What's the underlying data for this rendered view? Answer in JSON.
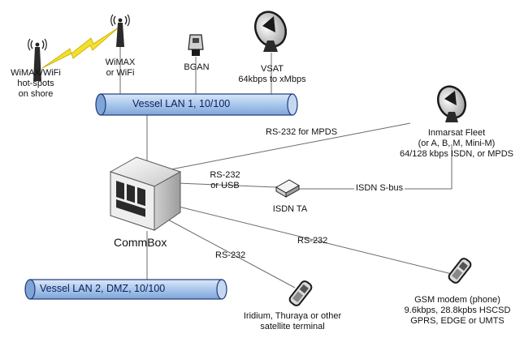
{
  "lans": {
    "lan1": "Vessel LAN 1, 10/100",
    "lan2": "Vessel LAN 2, DMZ, 10/100"
  },
  "devices": {
    "shore_wifi": [
      "WiMAX/WiFi",
      "hot-spots",
      "on shore"
    ],
    "wimax": [
      "WiMAX",
      "or WiFi"
    ],
    "bgan": [
      "BGAN"
    ],
    "vsat": [
      "VSAT",
      "64kbps to xMbps"
    ],
    "inmarsat": [
      "Inmarsat Fleet",
      "(or A, B, M, Mini-M)",
      "64/128 kbps ISDN, or MPDS"
    ],
    "commbox": "CommBox",
    "isdn_ta": "ISDN TA",
    "gsm": [
      "GSM modem (phone)",
      "9.6kbps, 28.8kpbs HSCSD",
      "GPRS, EDGE or UMTS"
    ],
    "iridium": [
      "Iridium, Thuraya or other",
      "satellite terminal"
    ]
  },
  "links": {
    "rs232_mpds": "RS-232 for MPDS",
    "rs232_usb": [
      "RS-232",
      "or USB"
    ],
    "isdn_sbus": "ISDN S-bus",
    "rs232_gsm": "RS-232",
    "rs232_iridium": "RS-232"
  },
  "icons": {
    "antenna": "antenna-icon",
    "lightning": "lightning-icon",
    "bgan": "bgan-terminal-icon",
    "dish": "satellite-dish-icon",
    "server": "commbox-server-icon",
    "isdn_box": "isdn-ta-box-icon",
    "phone": "handset-icon"
  },
  "colors": {
    "lan_fill": "#a9c7ec",
    "lan_stroke": "#1e3a7a",
    "line": "#6b6b6b",
    "bolt": "#f2e12a"
  }
}
